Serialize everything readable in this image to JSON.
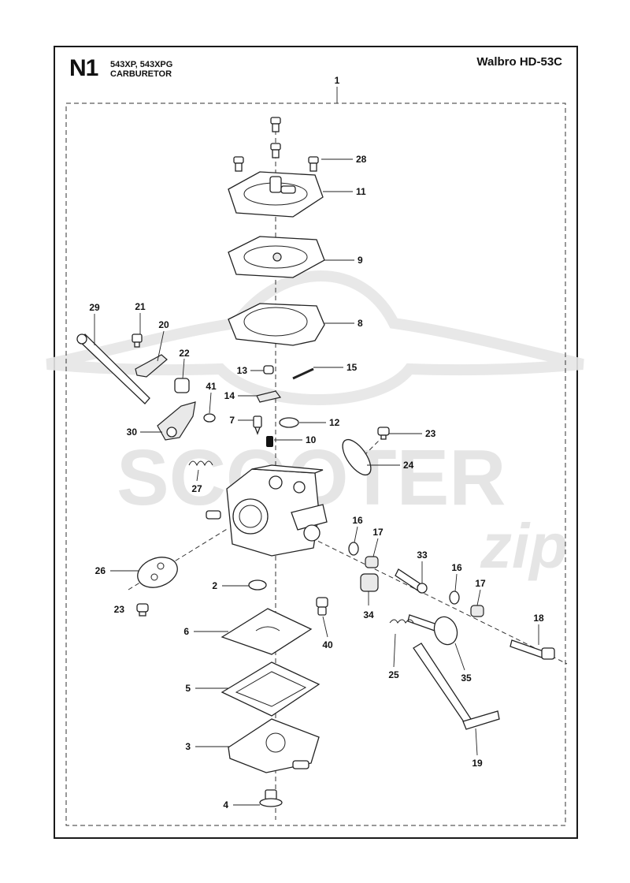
{
  "header": {
    "code": "N1",
    "models": "543XP, 543XPG",
    "title": "CARBURETOR",
    "carburetor_model": "Walbro HD-53C"
  },
  "watermark": {
    "brand": "SCOOTER",
    "brand_suffix": "zip"
  },
  "colors": {
    "line": "#222222",
    "watermark": "#e3e3e3",
    "part_fill": "#ffffff"
  },
  "callouts": [
    "1",
    "28",
    "11",
    "9",
    "8",
    "29",
    "21",
    "20",
    "22",
    "13",
    "15",
    "41",
    "14",
    "7",
    "12",
    "30",
    "10",
    "23",
    "24",
    "27",
    "16",
    "17",
    "33",
    "26",
    "2",
    "23",
    "34",
    "16",
    "17",
    "18",
    "6",
    "40",
    "25",
    "35",
    "5",
    "19",
    "3",
    "4"
  ]
}
